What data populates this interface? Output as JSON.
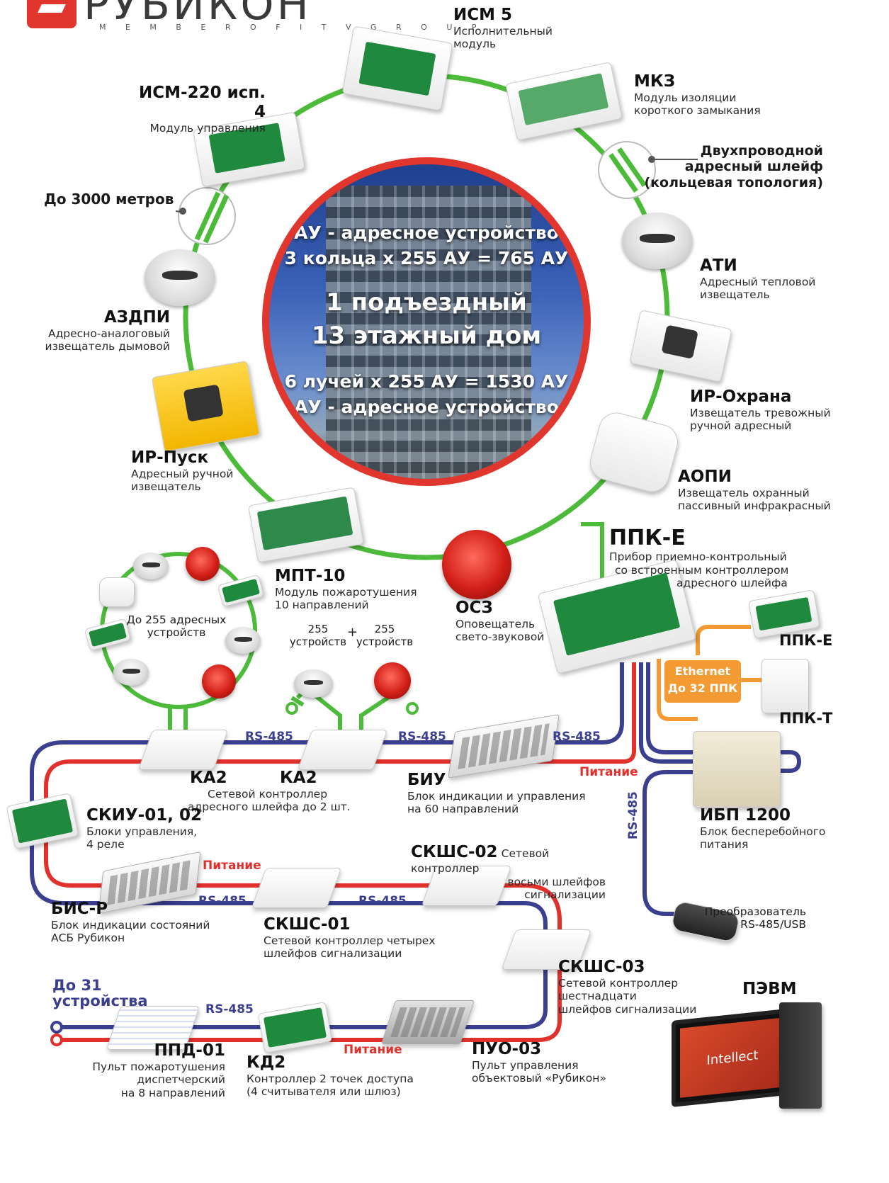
{
  "brand": {
    "name": "РУБИКОН",
    "tagline": "M E M B E R   O F   I T V G R O U P",
    "logo_color": "#e0362e"
  },
  "colors": {
    "loop_green": "#4cbb3a",
    "rs485_blue": "#3b3f8f",
    "power_red": "#e0312d",
    "ethernet_orange": "#f39a33"
  },
  "center": {
    "line1": "АУ - адресное устройство",
    "line2": "3 кольца х 255 АУ = 765 АУ",
    "line3": "1 подъездный",
    "line4": "13 этажный дом",
    "line5": "6 лучей х 255 АУ = 1530 АУ",
    "line6": "АУ - адресное устройство"
  },
  "devices": {
    "ism5": {
      "title": "ИСМ 5",
      "desc1": "Исполнительный",
      "desc2": "модуль"
    },
    "mkz": {
      "title": "МКЗ",
      "desc1": "Модуль изоляции",
      "desc2": "короткого замыкания"
    },
    "ism220": {
      "title": "ИСМ-220 исп. 4",
      "desc1": "Модуль управления"
    },
    "two_wire": {
      "line1": "Двухпроводной",
      "line2": "адресный шлейф",
      "line3": "(кольцевая топология)"
    },
    "distance": {
      "title": "До 3000 метров"
    },
    "ati": {
      "title": "АТИ",
      "desc1": "Адресный тепловой",
      "desc2": "извещатель"
    },
    "azdpi": {
      "title": "АЗДПИ",
      "desc1": "Адресно-аналоговый",
      "desc2": "извещатель дымовой"
    },
    "ir_ohrana": {
      "title": "ИР-Охрана",
      "desc1": "Извещатель тревожный",
      "desc2": "ручной адресный"
    },
    "ir_pusk": {
      "title": "ИР-Пуск",
      "desc1": "Адресный ручной",
      "desc2": "извещатель"
    },
    "aopi": {
      "title": "АОПИ",
      "desc1": "Извещатель охранный",
      "desc2": "пассивный инфракрасный"
    },
    "ppk_e": {
      "title": "ППК-Е",
      "desc1": "Прибор приемно-контрольный",
      "desc2": "со встроенным контроллером",
      "desc3": "адресного шлейфа"
    },
    "mpt10": {
      "title": "МПТ-10",
      "desc1": "Модуль пожаротушения",
      "desc2": "10 направлений"
    },
    "osz": {
      "title": "ОСЗ",
      "desc1": "Оповещатель",
      "desc2": "свето-звуковой"
    },
    "loop255": {
      "line1": "До 255 адресных",
      "line2": "устройств"
    },
    "branch_a": {
      "line1": "255",
      "line2": "устройств"
    },
    "branch_b": {
      "line1": "255",
      "line2": "устройств"
    },
    "plus": "+",
    "ppk_e2": {
      "title": "ППК-Е"
    },
    "ppk_t": {
      "title": "ППК-Т"
    },
    "ethernet": {
      "line1": "Ethernet",
      "line2": "До 32 ППК"
    },
    "ka2_a": {
      "title": "КА2"
    },
    "ka2_b": {
      "title": "КА2",
      "desc1": "Сетевой контроллер",
      "desc2": "адресного  шлейфа до 2 шт."
    },
    "biu": {
      "title": "БИУ",
      "desc1": "Блок индикации и управления",
      "desc2": "на 60 направлений"
    },
    "ibp": {
      "title": "ИБП 1200",
      "desc1": "Блок бесперебойного",
      "desc2": "питания"
    },
    "skiu": {
      "title": "СКИУ-01, 02",
      "desc1": "Блоки управления,",
      "desc2": "4 реле"
    },
    "skshc02": {
      "title": "СКШС-02",
      "desc1": "Сетевой контроллер",
      "desc2": "восьми шлейфов",
      "desc3": "сигнализации"
    },
    "bis_r": {
      "title": "БИС-Р",
      "desc1": "Блок индикации состояний",
      "desc2": "АСБ Рубикон"
    },
    "skshc01": {
      "title": "СКШС-01",
      "desc1": "Сетевой контроллер четырех",
      "desc2": "шлейфов сигнализации"
    },
    "converter": {
      "line1": "Преобразователь",
      "line2": "RS-485/USB"
    },
    "skshc03": {
      "title": "СКШС-03",
      "desc1": "Сетевой контроллер",
      "desc2": "шестнадцати",
      "desc3": "шлейфов сигнализации"
    },
    "up_to_31": {
      "line1": "До 31",
      "line2": "устройства"
    },
    "pevm": {
      "title": "ПЭВМ",
      "screen": "Intellect"
    },
    "ppd01": {
      "title": "ППД-01",
      "desc1": "Пульт пожаротушения",
      "desc2": "диспетчерский",
      "desc3": "на 8 направлений"
    },
    "kd2": {
      "title": "КД2",
      "desc1": "Контроллер 2 точек доступа",
      "desc2": "(4 считывателя или шлюз)"
    },
    "puo03": {
      "title": "ПУО-03",
      "desc1": "Пульт управления",
      "desc2": "объектовый «Рубикон»"
    }
  },
  "buses": {
    "rs485": "RS-485",
    "power": "Питание"
  }
}
